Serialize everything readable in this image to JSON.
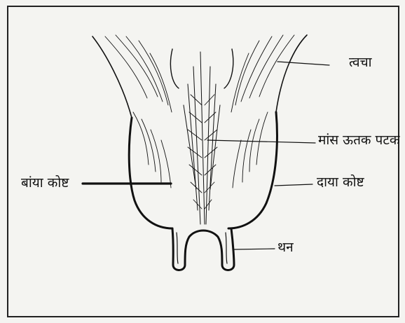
{
  "labels": {
    "skin": "त्वचा",
    "septum": "मांस ऊतक पटक",
    "left_chamber": "बांया कोष्ट",
    "right_chamber": "दाया कोष्ट",
    "teat": "थन"
  },
  "colors": {
    "background": "#f4f4f1",
    "ink": "#111111"
  }
}
